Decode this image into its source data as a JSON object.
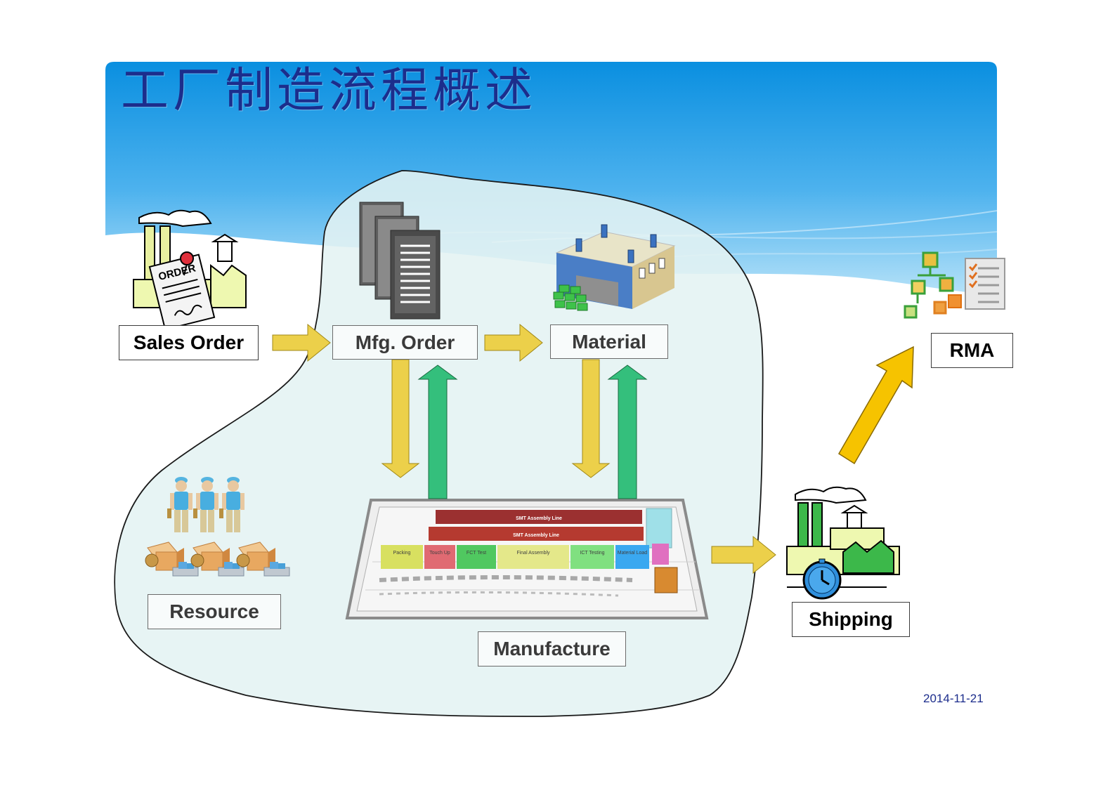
{
  "slide": {
    "title": "工厂制造流程概述",
    "date": "2014-11-21"
  },
  "labels": {
    "sales_order": "Sales Order",
    "mfg_order": "Mfg. Order",
    "material": "Material",
    "rma": "RMA",
    "resource": "Resource",
    "manufacture": "Manufacture",
    "shipping": "Shipping"
  },
  "floor_plan": {
    "line1": "SMT Assembly Line",
    "line2": "SMT Assembly Line",
    "stations": [
      "Packing",
      "Touch Up",
      "FCT Test",
      "Final Assembly",
      "ICT Testing",
      "Material Load"
    ]
  },
  "icons": {
    "sales_order": "factory-with-order-document-icon",
    "mfg_order": "document-stack-icon",
    "material": "warehouse-icon",
    "rma": "flowchart-checklist-icon",
    "resource": "workers-and-machines-icon",
    "manufacture": "factory-floor-plan-icon",
    "shipping": "factory-with-clock-icon"
  },
  "colors": {
    "title": "#1c2d8c",
    "sky_top": "#0a8fe0",
    "sky_light": "#a8dcf5",
    "blob_fill": "#e6f3f3",
    "arrow_yellow": "#ecd04a",
    "arrow_green": "#34bf7c",
    "arrow_orange": "#f6c300"
  }
}
